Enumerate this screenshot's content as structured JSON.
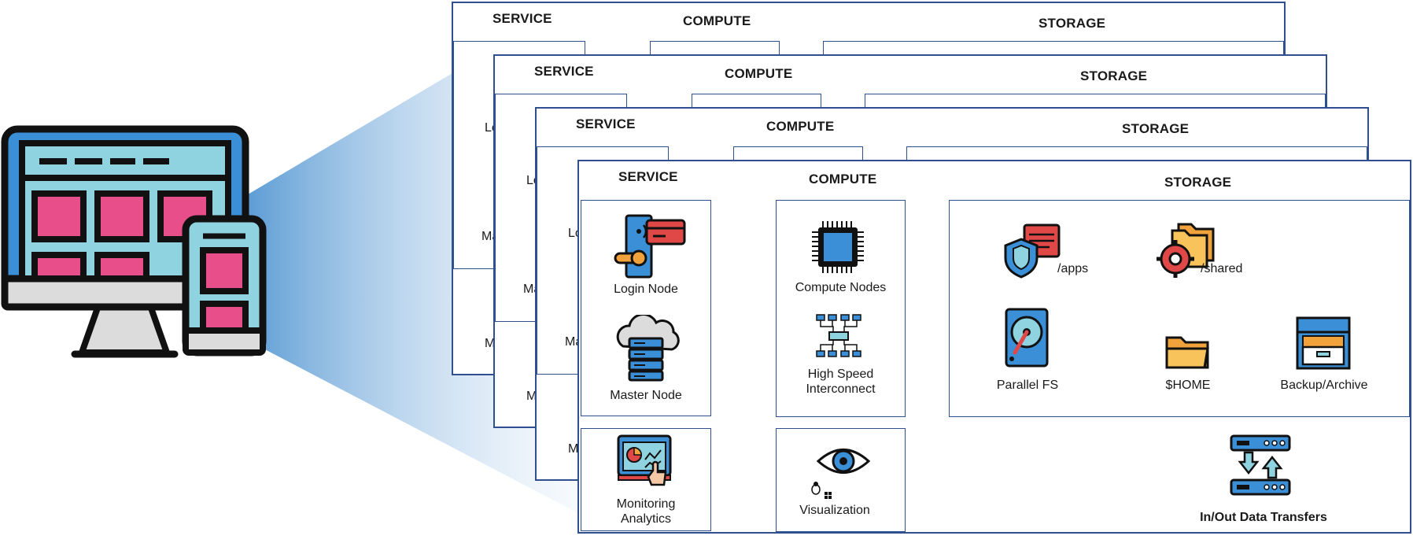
{
  "headers": {
    "service": "SERVICE",
    "compute": "COMPUTE",
    "storage": "STORAGE"
  },
  "service": {
    "login_node": "Login Node",
    "master_node": "Master Node",
    "monitoring_line1": "Monitoring",
    "monitoring_line2": "Analytics"
  },
  "compute": {
    "compute_nodes": "Compute Nodes",
    "interconnect_line1": "High Speed",
    "interconnect_line2": "Interconnect",
    "visualization": "Visualization"
  },
  "storage": {
    "apps": "/apps",
    "shared": "/shared",
    "parallel_fs": "Parallel FS",
    "home": "$HOME",
    "backup": "Backup/Archive",
    "transfers": "In/Out Data Transfers"
  },
  "ghost_fragments": {
    "login": "Lo",
    "master": "Ma",
    "mon": "M"
  },
  "colors": {
    "panel_border": "#2f4f8f",
    "icon_blue": "#3a8fd6",
    "icon_cyan": "#8fd3e0",
    "icon_pink": "#e84e8a",
    "icon_orange": "#f2a23a",
    "icon_red": "#e04848"
  }
}
